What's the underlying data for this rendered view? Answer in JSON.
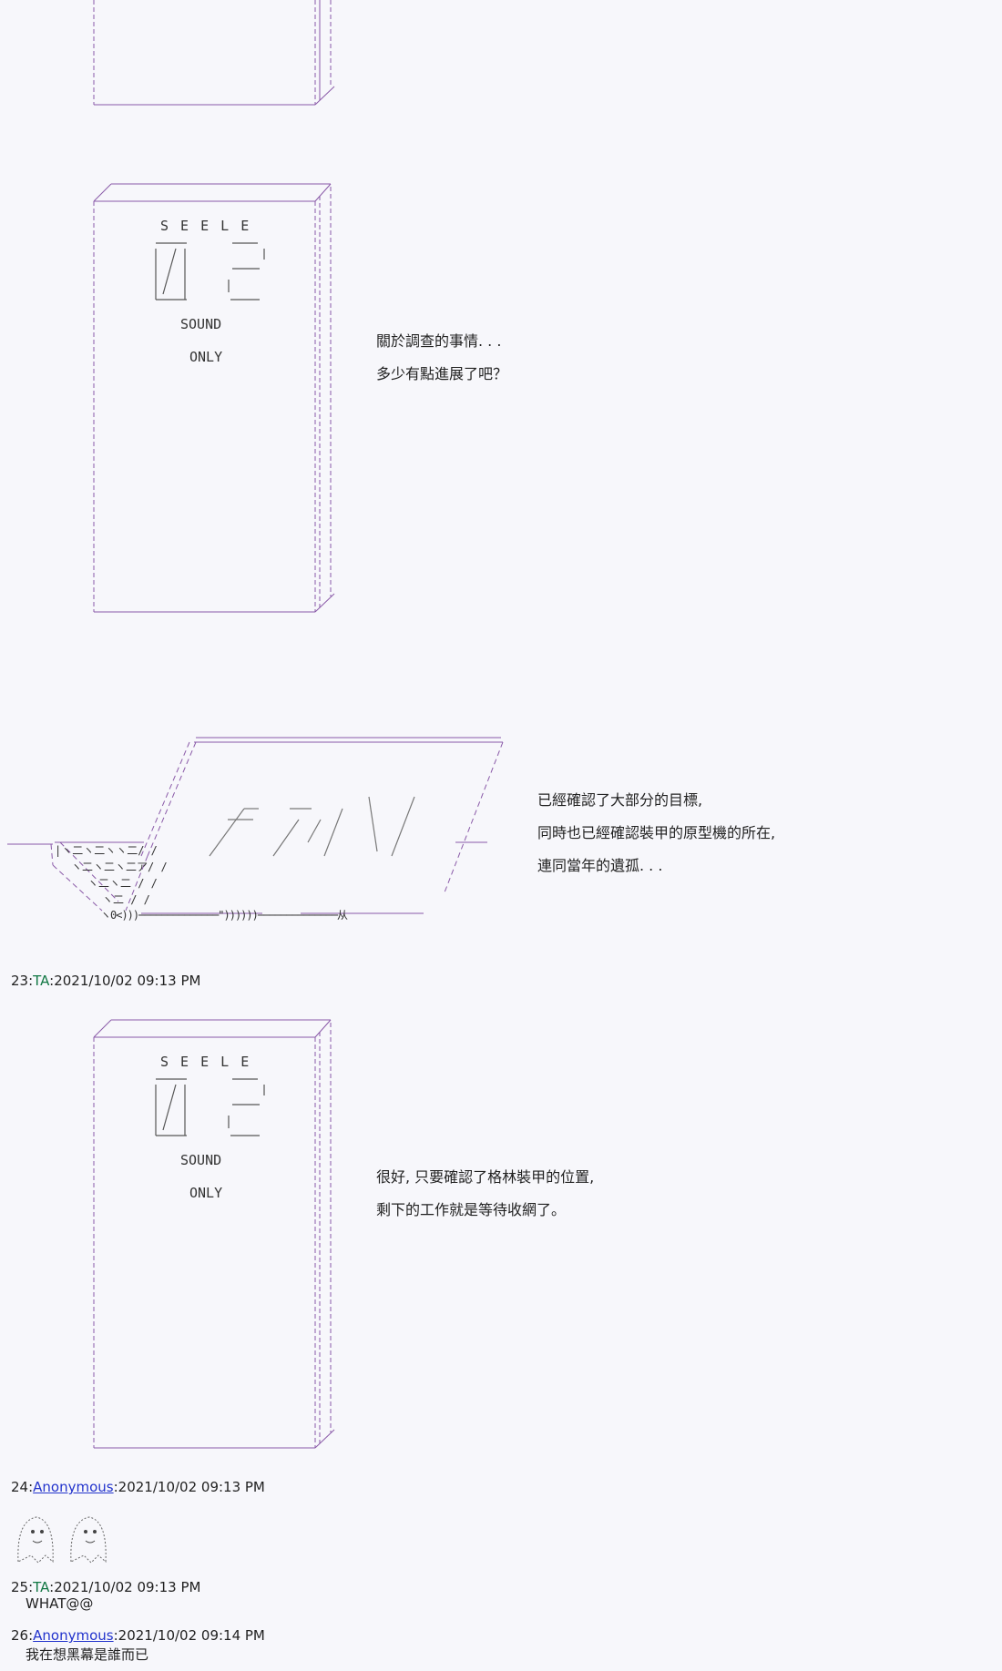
{
  "monolith": {
    "seele": "S E E L E",
    "number": "02",
    "sound": "SOUND",
    "only": "ONLY"
  },
  "scene1": {
    "line1": "關於調查的事情. . .",
    "line2": "多少有點進展了吧？"
  },
  "scene2": {
    "line1": "已經確認了大部分的目標,",
    "line2": "同時也已經確認裝甲的原型機的所在,",
    "line3": "連同當年的遺孤. . .",
    "aa_bottom": "ヽ0<)))──────────────\"))))))──────────────从",
    "aa_left": [
      "|ヽ二ヽ二ヽヽ二/ /",
      "ヽ二ヽ二ヽ二ア/ /",
      "ヽ二ヽ二 / /",
      "ヽ二 / /"
    ]
  },
  "posts": [
    {
      "num": "23",
      "name": "TA",
      "date": "2021/10/02 09:13 PM"
    },
    {
      "num": "24",
      "name": "Anonymous",
      "date": "2021/10/02 09:13 PM"
    },
    {
      "num": "25",
      "name": "TA",
      "date": "2021/10/02 09:13 PM",
      "text": "WHAT@@"
    },
    {
      "num": "26",
      "name": "Anonymous",
      "date": "2021/10/02 09:14 PM",
      "text": "我在想黑幕是誰而已"
    }
  ],
  "scene3": {
    "line1": "很好, 只要確認了格林裝甲的位置,",
    "line2": "剩下的工作就是等待收網了。"
  },
  "colors": {
    "monolith_line": "#8a5aa8",
    "green_name": "#117743",
    "link_name": "#2233cc"
  }
}
